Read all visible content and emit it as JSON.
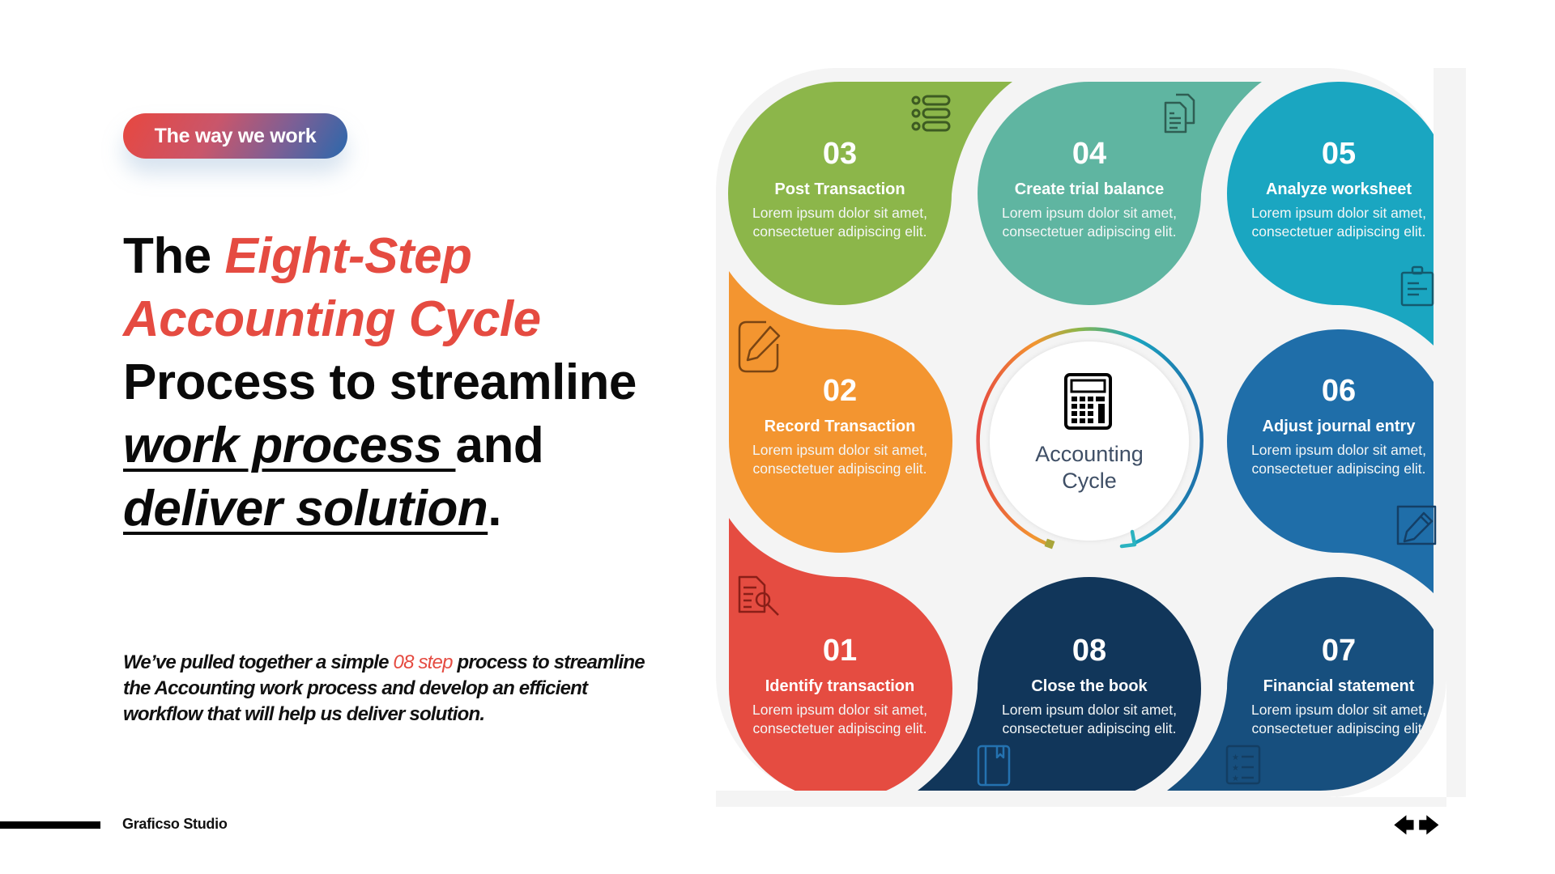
{
  "badge": {
    "label": "The way we work"
  },
  "headline": {
    "line1_plain": "The ",
    "line1_accent": "Eight-Step",
    "line2_accent": "Accounting Cycle",
    "line3": "Process to streamline",
    "line4_underlined": "work process ",
    "line4_plain": "and",
    "line5_underlined": "deliver solution",
    "line5_end": "."
  },
  "paragraph": {
    "before": "We’ve pulled together a simple ",
    "accent": "08 step",
    "after": " process to streamline the Accounting work process and develop an efficient workflow that will help us deliver solution."
  },
  "footer": {
    "brand": "Graficso Studio",
    "prev_icon": "🡄",
    "next_icon": "🡆"
  },
  "center": {
    "label_line1": "Accounting",
    "label_line2": "Cycle",
    "icon": "calculator-icon"
  },
  "colors": {
    "accent": "#e54b41",
    "panel": "#f4f4f4",
    "step01": "#e54c41",
    "step02": "#f39530",
    "step03": "#8cb64a",
    "step04": "#5fb5a1",
    "step05": "#1aa6c1",
    "step06": "#1f6ea9",
    "step07": "#174f7e",
    "step08": "#11365a"
  },
  "steps": [
    {
      "num": "01",
      "title": "Identify transaction",
      "desc": "Lorem ipsum dolor sit amet, consectetuer adipiscing elit.",
      "icon": "document-search-icon"
    },
    {
      "num": "02",
      "title": "Record Transaction",
      "desc": "Lorem ipsum dolor sit amet, consectetuer adipiscing elit.",
      "icon": "edit-square-icon"
    },
    {
      "num": "03",
      "title": "Post Transaction",
      "desc": "Lorem ipsum dolor sit amet, consectetuer adipiscing elit.",
      "icon": "list-icon"
    },
    {
      "num": "04",
      "title": "Create trial balance",
      "desc": "Lorem ipsum dolor sit amet, consectetuer adipiscing elit.",
      "icon": "documents-icon"
    },
    {
      "num": "05",
      "title": "Analyze worksheet",
      "desc": "Lorem ipsum dolor sit amet, consectetuer adipiscing elit.",
      "icon": "clipboard-icon"
    },
    {
      "num": "06",
      "title": "Adjust journal entry",
      "desc": "Lorem ipsum dolor sit amet, consectetuer adipiscing elit.",
      "icon": "pencil-box-icon"
    },
    {
      "num": "07",
      "title": "Financial statement",
      "desc": "Lorem ipsum dolor sit amet, consectetuer adipiscing elit.",
      "icon": "star-list-icon"
    },
    {
      "num": "08",
      "title": "Close the book",
      "desc": "Lorem ipsum dolor sit amet, consectetuer adipiscing elit.",
      "icon": "book-icon"
    }
  ]
}
